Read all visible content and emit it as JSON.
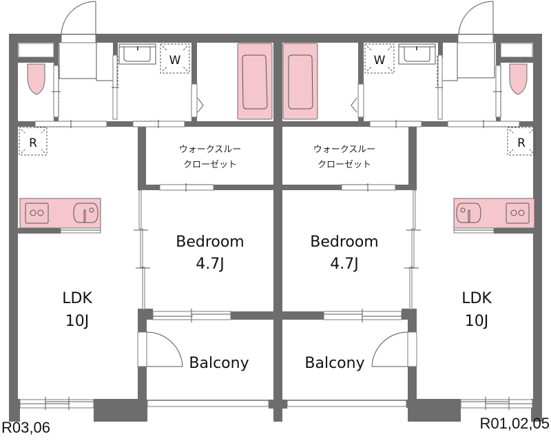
{
  "plan": {
    "colors": {
      "wall": "#6d6d6d",
      "fixture": "#f5c6cc",
      "background": "#ffffff"
    },
    "units": [
      {
        "side": "left",
        "code": "R03,06",
        "rooms": {
          "ldk": {
            "name": "LDK",
            "size": "10J"
          },
          "bedroom": {
            "name": "Bedroom",
            "size": "4.7J"
          },
          "closet": {
            "line1": "ウォークスルー",
            "line2": "クローゼット"
          },
          "balcony": {
            "name": "Balcony"
          }
        },
        "markers": {
          "washer": "W",
          "fridge": "R"
        }
      },
      {
        "side": "right",
        "code": "R01,02,05",
        "rooms": {
          "ldk": {
            "name": "LDK",
            "size": "10J"
          },
          "bedroom": {
            "name": "Bedroom",
            "size": "4.7J"
          },
          "closet": {
            "line1": "ウォークスルー",
            "line2": "クローゼット"
          },
          "balcony": {
            "name": "Balcony"
          }
        },
        "markers": {
          "washer": "W",
          "fridge": "R"
        }
      }
    ]
  }
}
